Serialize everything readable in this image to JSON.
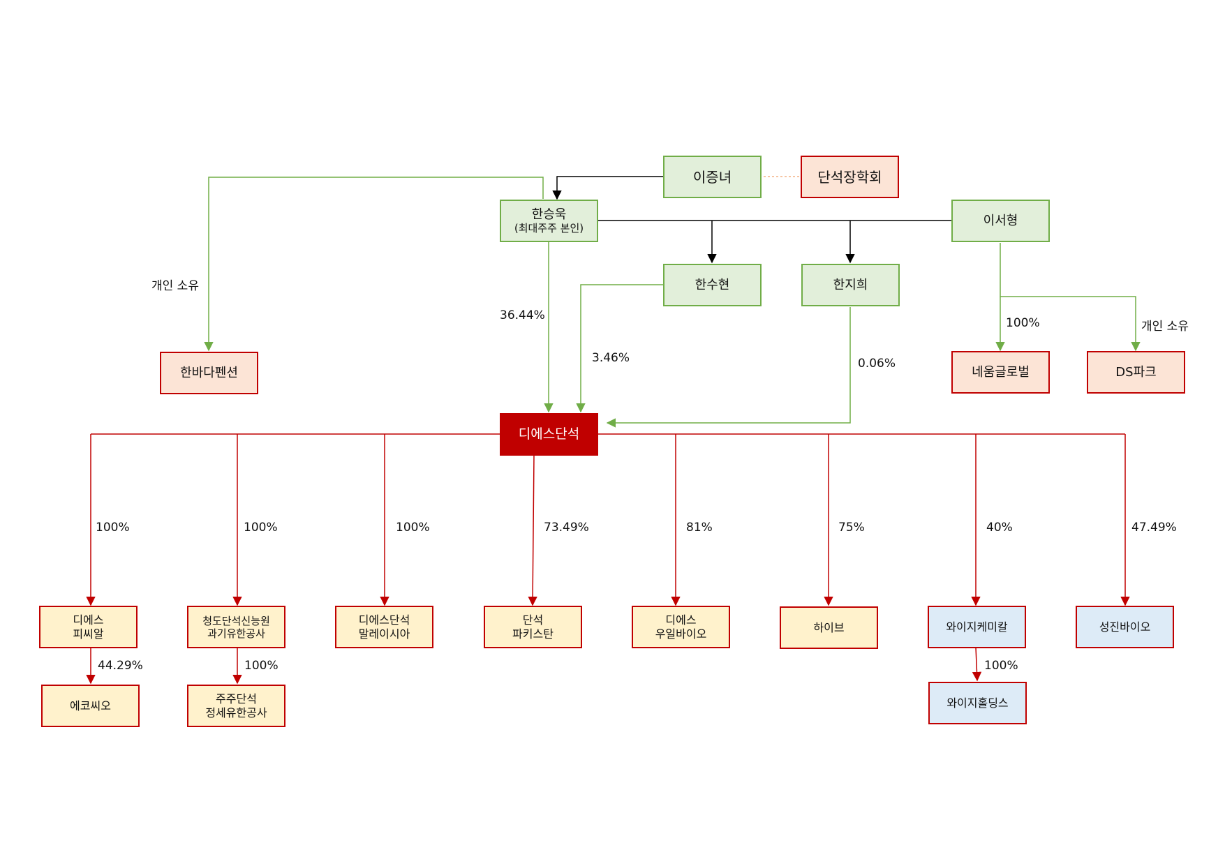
{
  "colors": {
    "green_fill": "#e2efda",
    "green_line": "#70ad47",
    "red_line": "#c00000",
    "pink_fill": "#fce4d6",
    "yellow_fill": "#fff2cc",
    "blue_fill": "#ddebf7",
    "dotted_link": "#f4b183",
    "black_line": "#000000"
  },
  "nodes": {
    "lee_jeungnyeo": "이증녀",
    "danseok_foundation": "단석장학회",
    "han_seunguk": "한승욱",
    "han_seunguk_note": "(최대주주 본인)",
    "lee_seohyeong": "이서형",
    "han_suhyeon": "한수현",
    "han_jihui": "한지희",
    "hanbada_pension": "한바다펜션",
    "neum_global": "네움글로벌",
    "ds_park": "DS파크",
    "ds_danseok": "디에스단석",
    "ds_pcr_1": "디에스",
    "ds_pcr_2": "피씨알",
    "qingdao_1": "청도단석신능원",
    "qingdao_2": "과기유한공사",
    "ds_malaysia_1": "디에스단석",
    "ds_malaysia_2": "말레이시아",
    "ds_pakistan_1": "단석",
    "ds_pakistan_2": "파키스탄",
    "ds_wooil_1": "디에스",
    "ds_wooil_2": "우일바이오",
    "hive": "하이브",
    "yj_chemical": "와이지케미칼",
    "sungjin_bio": "성진바이오",
    "ecossio": "에코씨오",
    "zhuzhou_1": "주주단석",
    "zhuzhou_2": "정세유한공사",
    "yj_holdings": "와이지홀딩스"
  },
  "edge_labels": {
    "personal_own_1": "개인 소유",
    "pct_36": "36.44%",
    "pct_346": "3.46%",
    "pct_006": "0.06%",
    "pct_neum": "100%",
    "personal_own_2": "개인 소유",
    "pct_pcr": "100%",
    "pct_qingdao": "100%",
    "pct_malaysia": "100%",
    "pct_pakistan": "73.49%",
    "pct_wooil": "81%",
    "pct_hive": "75%",
    "pct_yj": "40%",
    "pct_sungjin": "47.49%",
    "pct_ecossio": "44.29%",
    "pct_zhuzhou": "100%",
    "pct_yjh": "100%"
  }
}
